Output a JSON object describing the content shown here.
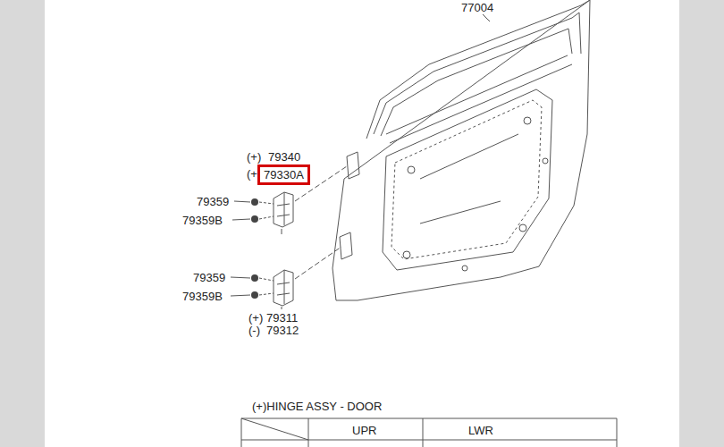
{
  "diagram": {
    "nodes": [
      {
        "text": [
          "79330A"
        ]
      }
    ],
    "labels": [
      "77004",
      "(+)",
      "79340",
      "(+)",
      "79359",
      "79359B",
      "79359",
      "79359B",
      "(+)",
      "79311",
      "(-)",
      "79312",
      "(+)HINGE ASSY - DOOR",
      "UPR",
      "LWR"
    ]
  }
}
